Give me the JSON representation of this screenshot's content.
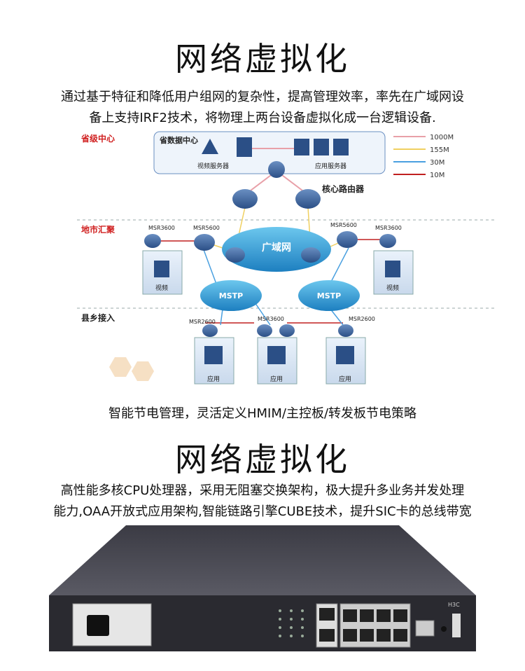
{
  "section1": {
    "title": "网络虚拟化",
    "text_line1": "通过基于特征和降低用户组网的复杂性，提高管理效率，率先在广域网设",
    "text_line2": "备上支持IRF2技术，将物理上两台设备虚拟化成一台逻辑设备."
  },
  "diagram": {
    "tier_province": "省级中心",
    "tier_city": "地市汇聚",
    "tier_county": "县乡接入",
    "datacenter_label": "省数据中心",
    "video_server_label": "视频服务器",
    "app_server_label": "应用服务器",
    "core_router_label": "核心路由器",
    "wan_label": "广域网",
    "mstp_label": "MSTP",
    "video_label": "视频",
    "app_label": "应用",
    "msr3600": "MSR3600",
    "msr5600": "MSR5600",
    "msr2600": "MSR2600",
    "legend": [
      {
        "label": "1000M",
        "color": "#e8a0a8"
      },
      {
        "label": "155M",
        "color": "#f0d060"
      },
      {
        "label": "30M",
        "color": "#4aa0e0"
      },
      {
        "label": "10M",
        "color": "#c02020"
      }
    ]
  },
  "caption1": "智能节电管理，灵活定义HMIM/主控板/转发板节电策略",
  "section2": {
    "title": "网络虚拟化",
    "text_line1": "高性能多核CPU处理器，采用无阻塞交换架构，极大提升多业务并发处理",
    "text_line2": "能力,OAA开放式应用架构,智能链路引擎CUBE技术，提升SIC卡的总线带宽"
  },
  "device": {
    "brand": "H3C"
  }
}
